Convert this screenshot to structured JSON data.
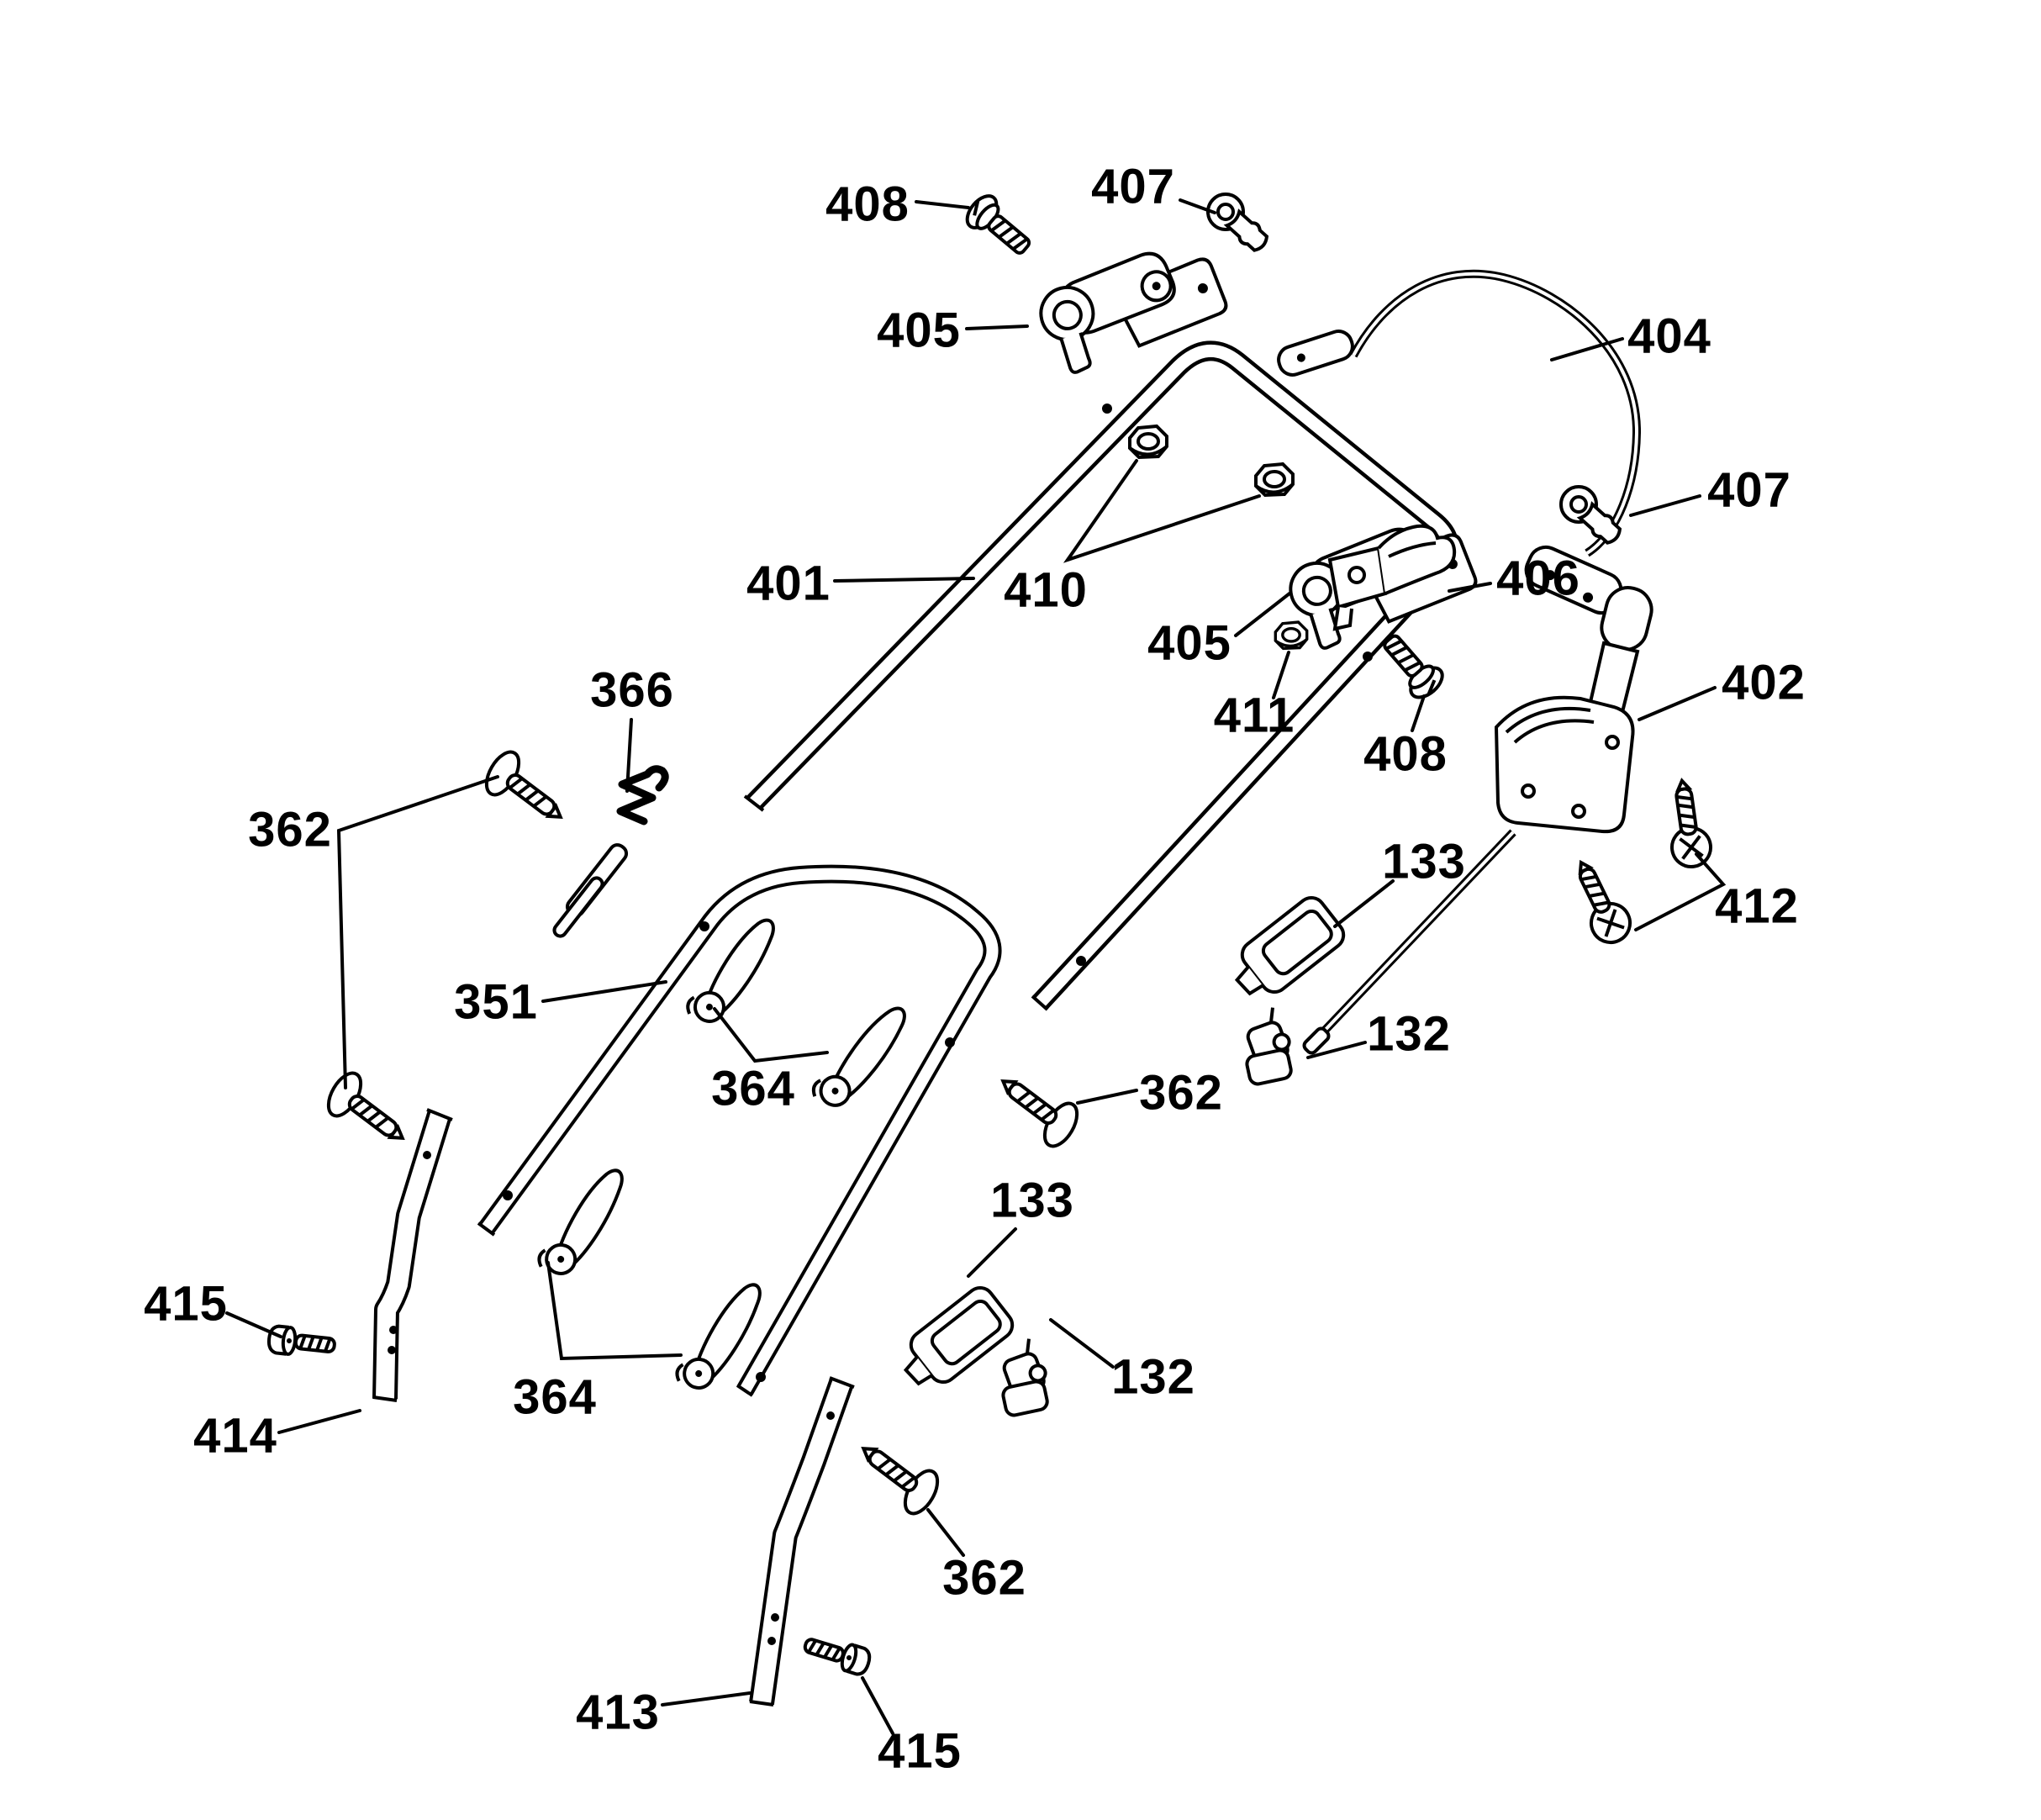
{
  "diagram": {
    "colors": {
      "background": "#ffffff",
      "ink": "#000000"
    },
    "callouts": [
      {
        "part": "408",
        "text": "408"
      },
      {
        "part": "407",
        "text": "407"
      },
      {
        "part": "404",
        "text": "404"
      },
      {
        "part": "405",
        "text": "405"
      },
      {
        "part": "401",
        "text": "401"
      },
      {
        "part": "410",
        "text": "410"
      },
      {
        "part": "405",
        "text": "405"
      },
      {
        "part": "407",
        "text": "407"
      },
      {
        "part": "406",
        "text": "406"
      },
      {
        "part": "402",
        "text": "402"
      },
      {
        "part": "411",
        "text": "411"
      },
      {
        "part": "408",
        "text": "408"
      },
      {
        "part": "412",
        "text": "412"
      },
      {
        "part": "366",
        "text": "366"
      },
      {
        "part": "362",
        "text": "362"
      },
      {
        "part": "133",
        "text": "133"
      },
      {
        "part": "351",
        "text": "351"
      },
      {
        "part": "364",
        "text": "364"
      },
      {
        "part": "362",
        "text": "362"
      },
      {
        "part": "132",
        "text": "132"
      },
      {
        "part": "133",
        "text": "133"
      },
      {
        "part": "415",
        "text": "415"
      },
      {
        "part": "132",
        "text": "132"
      },
      {
        "part": "414",
        "text": "414"
      },
      {
        "part": "364",
        "text": "364"
      },
      {
        "part": "413",
        "text": "413"
      },
      {
        "part": "415",
        "text": "415"
      },
      {
        "part": "362",
        "text": "362"
      }
    ]
  }
}
